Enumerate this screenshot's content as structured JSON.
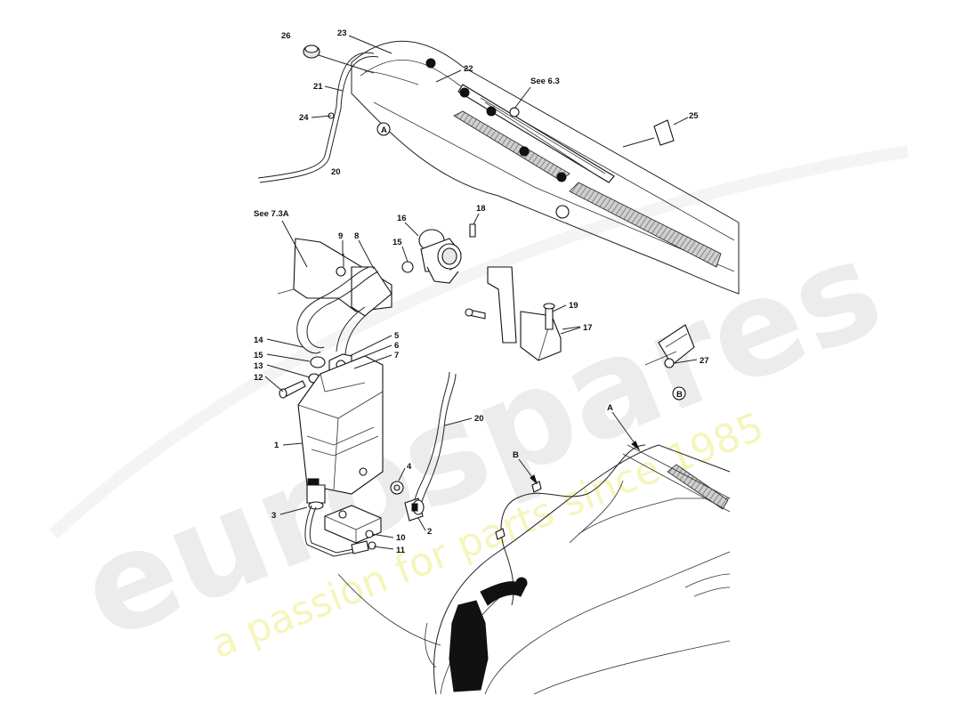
{
  "diagram": {
    "callouts": {
      "n26": "26",
      "n23": "23",
      "n22": "22",
      "n21": "21",
      "n24": "24",
      "n20a": "20",
      "see63": "See 6.3",
      "n25": "25",
      "circA": "A",
      "see73a": "See 7.3A",
      "n9": "9",
      "n8": "8",
      "n16": "16",
      "n18": "18",
      "n15a": "15",
      "n14": "14",
      "n15b": "15",
      "n13": "13",
      "n12": "12",
      "n5": "5",
      "n6": "6",
      "n7": "7",
      "n19": "19",
      "n17": "17",
      "n27": "27",
      "circB": "B",
      "n1": "1",
      "n20b": "20",
      "n4": "4",
      "n2": "2",
      "n3": "3",
      "n10": "10",
      "n11": "11",
      "arrowA": "A",
      "arrowB": "B"
    }
  },
  "watermark": {
    "brand": "eurospares",
    "tagline": "a passion for parts since 1985"
  }
}
